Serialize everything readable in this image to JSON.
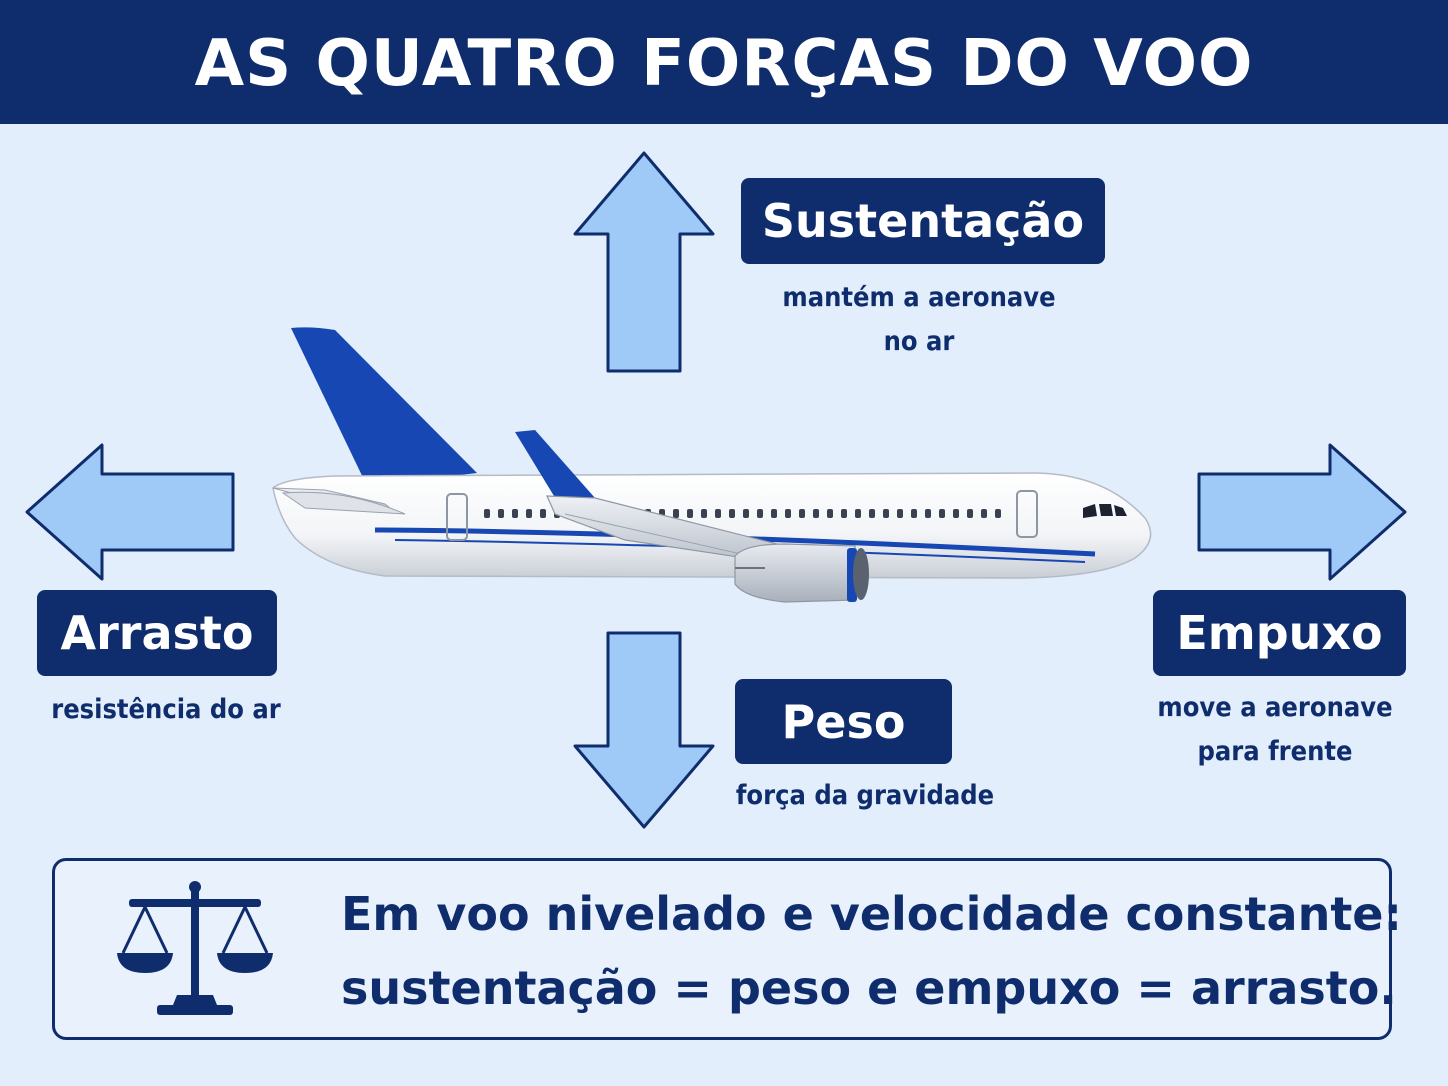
{
  "title": "AS QUATRO FORÇAS DO VOO",
  "colors": {
    "navy": "#0f2d6c",
    "arrow_fill": "#9fc9f7",
    "background": "#e2eefb",
    "plane_blue": "#1747b3"
  },
  "forces": {
    "lift": {
      "label": "Sustentação",
      "desc_line1": "mantém a aeronave",
      "desc_line2": "no ar",
      "arrow_icon": "arrow-up-icon"
    },
    "weight": {
      "label": "Peso",
      "desc_line1": "força da gravidade",
      "arrow_icon": "arrow-down-icon"
    },
    "drag": {
      "label": "Arrasto",
      "desc_line1": "resistência do ar",
      "arrow_icon": "arrow-left-icon"
    },
    "thrust": {
      "label": "Empuxo",
      "desc_line1": "move a aeronave",
      "desc_line2": "para frente",
      "arrow_icon": "arrow-right-icon"
    }
  },
  "summary": {
    "icon": "balance-scale-icon",
    "line1": "Em voo nivelado e velocidade constante:",
    "line2": "sustentação = peso e empuxo = arrasto."
  }
}
